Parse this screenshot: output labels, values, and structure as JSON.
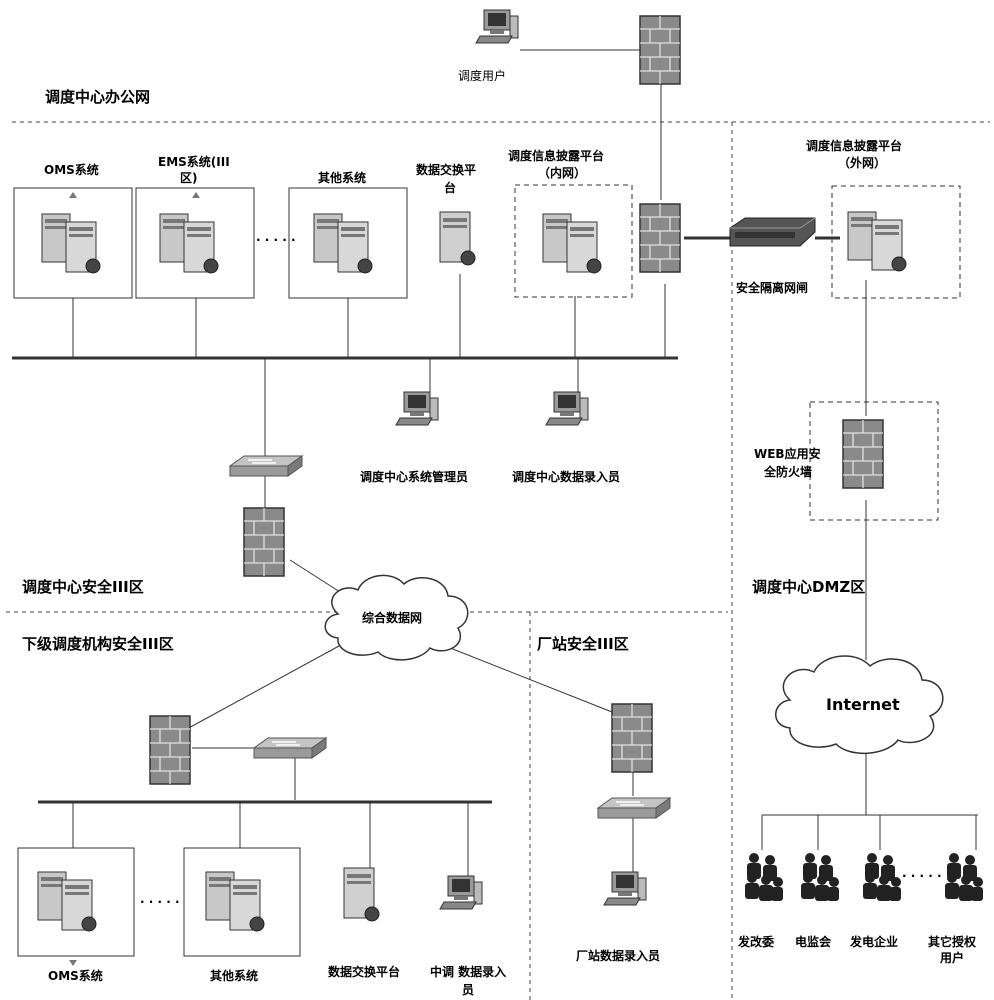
{
  "zones": {
    "office_net": "调度中心办公网",
    "center_sec3": "调度中心安全III区",
    "lower_sec3": "下级调度机构安全III区",
    "plant_sec3": "厂站安全III区",
    "dmz": "调度中心DMZ区"
  },
  "labels": {
    "dispatch_user": "调度用户",
    "oms_top": "OMS系统",
    "ems_line1": "EMS系统(III",
    "ems_line2": "区)",
    "other_top": "其他系统",
    "exch_top_line1": "数据交换平",
    "exch_top_line2": "台",
    "disclosure_in_line1": "调度信息披露平台",
    "disclosure_in_line2": "（内网）",
    "disclosure_out_line1": "调度信息披露平台",
    "disclosure_out_line2": "（外网）",
    "isolation": "安全隔离网闸",
    "sys_admin": "调度中心系统管理员",
    "data_entry": "调度中心数据录入员",
    "web_fw_line1": "WEB应用安",
    "web_fw_line2": "全防火墙",
    "integrated_net": "综合数据网",
    "internet": "Internet",
    "oms_bottom": "OMS系统",
    "other_bottom": "其他系统",
    "exch_bottom": "数据交换平台",
    "mid_entry_line1": "中调 数据录入",
    "mid_entry_line2": "员",
    "plant_entry": "厂站数据录入员",
    "user_ndrc": "发改委",
    "user_regulator": "电监会",
    "user_gen": "发电企业",
    "user_other_line1": "其它授权",
    "user_other_line2": "用户",
    "dots": "· · · · ·"
  },
  "icons": [
    "computer-icon",
    "firewall-icon",
    "server-icon",
    "switch-icon",
    "cloud-icon",
    "isolation-device-icon",
    "users-group-icon"
  ]
}
